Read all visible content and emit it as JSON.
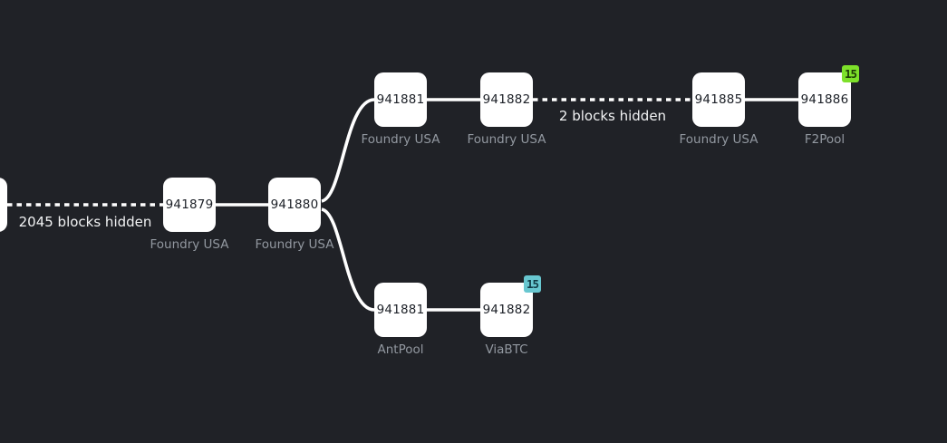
{
  "graph": {
    "background_color": "#202227",
    "link_color": "#ffffff",
    "block_fill": "#ffffff",
    "block_text_color": "#1b1f26",
    "pool_label_color": "#9298a0",
    "nodes": [
      {
        "height": "941879",
        "pool": "Foundry USA"
      },
      {
        "height": "941880",
        "pool": "Foundry USA"
      },
      {
        "height": "941881",
        "pool": "Foundry USA"
      },
      {
        "height": "941882",
        "pool": "Foundry USA"
      },
      {
        "height": "941885",
        "pool": "Foundry USA"
      },
      {
        "height": "941886",
        "pool": "F2Pool",
        "badge": {
          "text": "15",
          "bg": "#7de02a",
          "fg": "#1c3a05"
        }
      },
      {
        "height": "941881",
        "pool": "AntPool"
      },
      {
        "height": "941882",
        "pool": "ViaBTC",
        "badge": {
          "text": "15",
          "bg": "#68c7d0",
          "fg": "#113a45"
        }
      }
    ],
    "edges": [
      {
        "from": "offscreen-block",
        "to": "941879",
        "style": "dashed",
        "label": "2045 blocks hidden"
      },
      {
        "from": "941879",
        "to": "941880",
        "style": "solid"
      },
      {
        "from": "941880",
        "to": "941881 (Foundry USA)",
        "style": "curved"
      },
      {
        "from": "941881 (Foundry USA)",
        "to": "941882 (Foundry USA)",
        "style": "solid"
      },
      {
        "from": "941882 (Foundry USA)",
        "to": "941885",
        "style": "dashed",
        "label": "2 blocks hidden"
      },
      {
        "from": "941885",
        "to": "941886",
        "style": "solid"
      },
      {
        "from": "941880",
        "to": "941881 (AntPool)",
        "style": "curved"
      },
      {
        "from": "941881 (AntPool)",
        "to": "941882 (ViaBTC)",
        "style": "solid"
      }
    ]
  }
}
